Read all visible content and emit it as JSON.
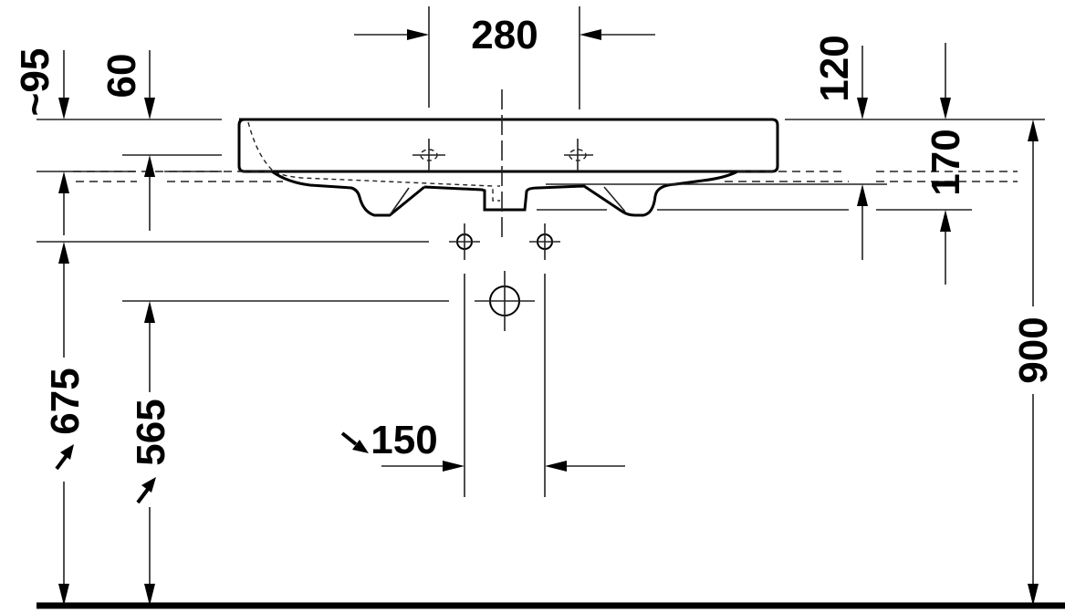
{
  "drawing": {
    "subject": "washbasin installation dimensions",
    "units": "mm",
    "line_color": "#000000",
    "background": "#ffffff"
  },
  "dimensions": {
    "top_depth_approx": "~95",
    "top_depth_inner": "60",
    "tap_hole_spacing": "280",
    "right_depth": "120",
    "right_depth_lower": "170",
    "waste_height_total": "675",
    "trap_height": "565",
    "supply_spacing": "150",
    "rim_height": "900"
  },
  "annotations": {
    "recommended_marker_675": "arrow-recommended",
    "recommended_marker_565": "arrow-recommended",
    "recommended_marker_150": "arrow-recommended"
  }
}
